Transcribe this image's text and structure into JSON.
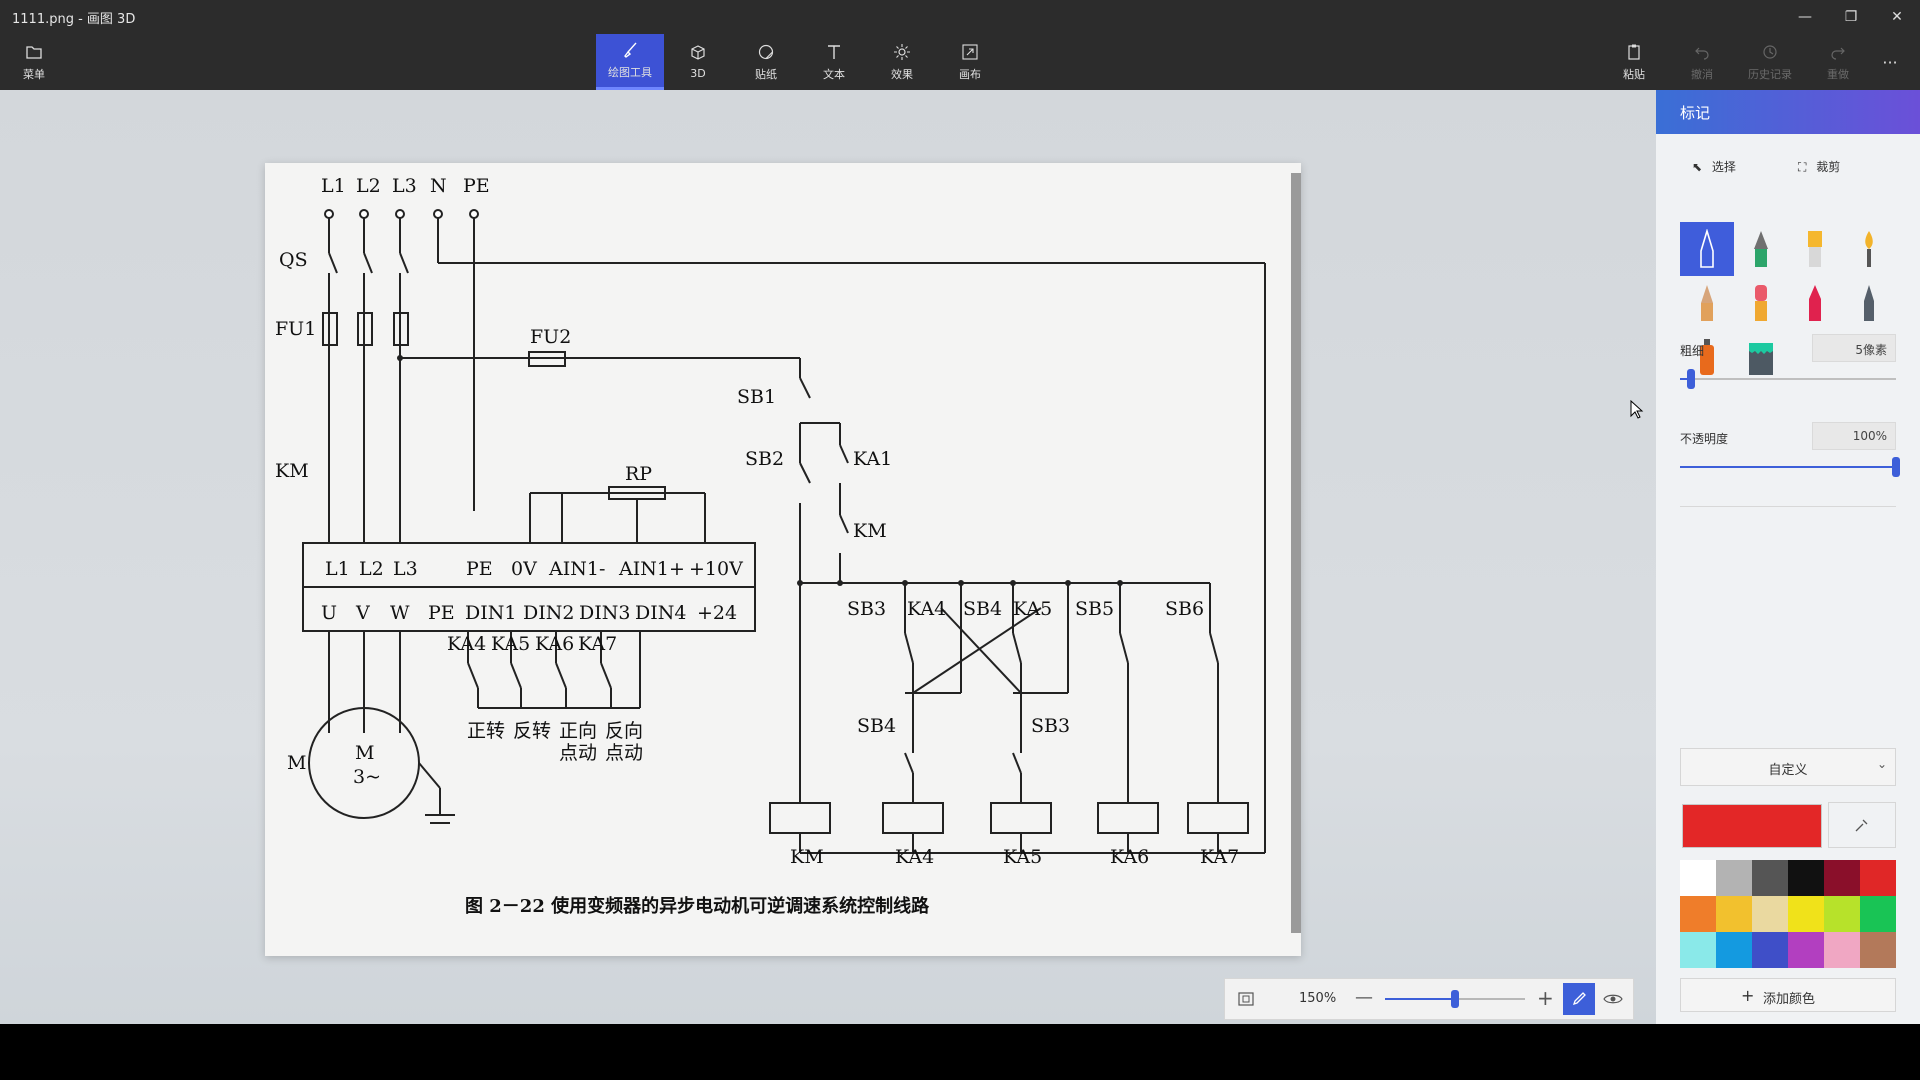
{
  "window": {
    "title": "1111.png - 画图 3D"
  },
  "toolbar": {
    "menu": "菜单",
    "tools": [
      "绘图工具",
      "3D",
      "贴纸",
      "文本",
      "效果",
      "画布"
    ],
    "paste": "粘贴",
    "undo": "撤消",
    "history": "历史记录",
    "redo": "重做",
    "more": "···"
  },
  "panel": {
    "title": "标记",
    "select": "选择",
    "crop": "裁剪",
    "thickness_label": "粗细",
    "thickness_value": "5像素",
    "thickness_level": 0.05,
    "opacity_label": "不透明度",
    "opacity_value": "100%",
    "opacity_level": 1.0,
    "palette_name": "自定义",
    "current_color": "#e32727",
    "add_color": "添加颜色",
    "swatches": [
      "#ffffff",
      "#b3b3b3",
      "#555555",
      "#111111",
      "#8a0f2a",
      "#e02727",
      "#ef7d2a",
      "#f2c12e",
      "#ead9a0",
      "#f0e21a",
      "#b7e22a",
      "#19c455",
      "#8ae9e9",
      "#149ae0",
      "#3f4fc8",
      "#b23fc0",
      "#f0a7c3",
      "#b3795a"
    ]
  },
  "zoom": {
    "value": "150%",
    "level": 0.5
  },
  "diagram": {
    "terminals": [
      "L1",
      "L2",
      "L3",
      "N",
      "PE"
    ],
    "qs": "QS",
    "fu1": "FU1",
    "fu2": "FU2",
    "km_left": "KM",
    "rp": "RP",
    "vfd_top": [
      "L1",
      "L2",
      "L3",
      "PE",
      "0V",
      "AIN1-",
      "AIN1+",
      "+10V"
    ],
    "vfd_bottom": [
      "U",
      "V",
      "W",
      "PE",
      "DIN1",
      "DIN2",
      "DIN3",
      "DIN4",
      "+24"
    ],
    "contacts": [
      "KA4",
      "KA5",
      "KA6",
      "KA7"
    ],
    "motor_label": "M",
    "motor_m": "M",
    "motor_phase": "3~",
    "func_labels": [
      "正转",
      "反转",
      "正向",
      "反向"
    ],
    "func_sub": [
      "点动",
      "点动"
    ],
    "sb1": "SB1",
    "sb2": "SB2",
    "ka1": "KA1",
    "km_hold": "KM",
    "row_labels": [
      "SB3",
      "KA4",
      "SB4",
      "KA5",
      "SB5",
      "SB6"
    ],
    "sb4b": "SB4",
    "sb3b": "SB3",
    "coils": [
      "KM",
      "KA4",
      "KA5",
      "KA6",
      "KA7"
    ],
    "caption": "图 2－22   使用变频器的异步电动机可逆调速系统控制线路"
  }
}
